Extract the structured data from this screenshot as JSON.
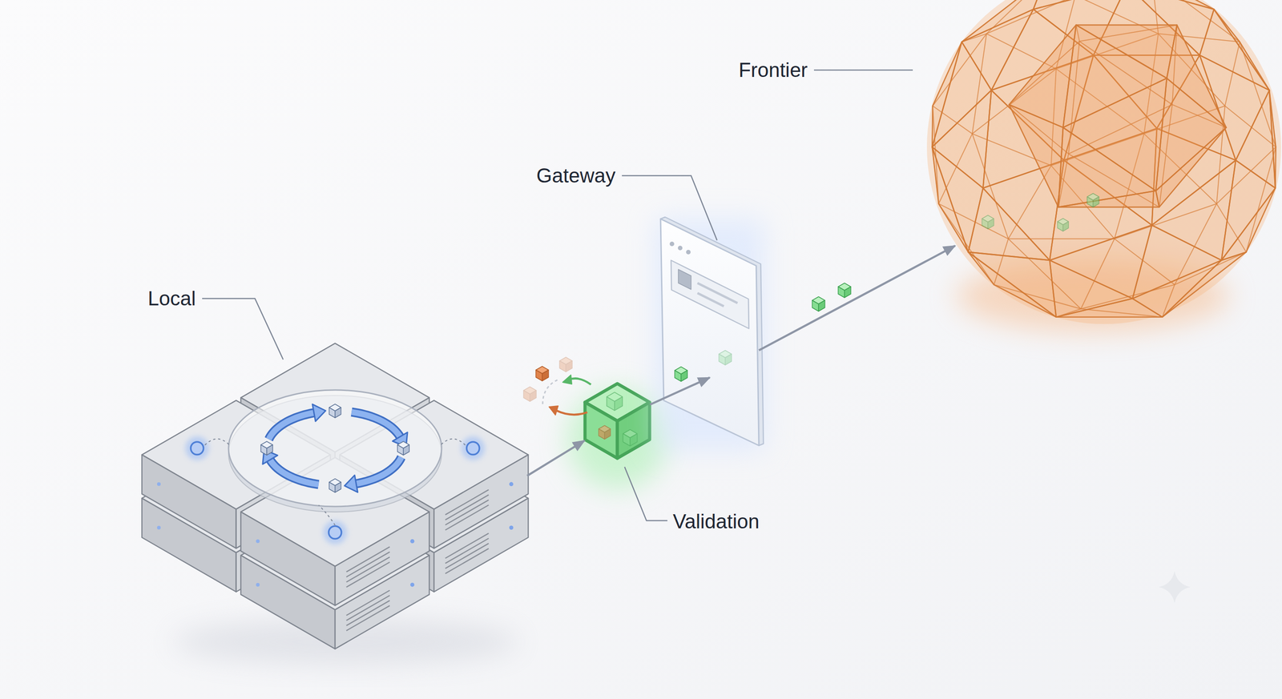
{
  "diagram": {
    "nodes": [
      {
        "text": [
          "Local"
        ]
      },
      {
        "text": [
          "Validation"
        ]
      },
      {
        "text": [
          "Gateway"
        ]
      },
      {
        "text": [
          "Frontier"
        ]
      }
    ],
    "edges": [
      {
        "from": 0,
        "to": 1,
        "arrow": "to"
      },
      {
        "from": 1,
        "to": 2,
        "arrow": "to"
      },
      {
        "from": 2,
        "to": 3,
        "arrow": "to"
      }
    ]
  }
}
